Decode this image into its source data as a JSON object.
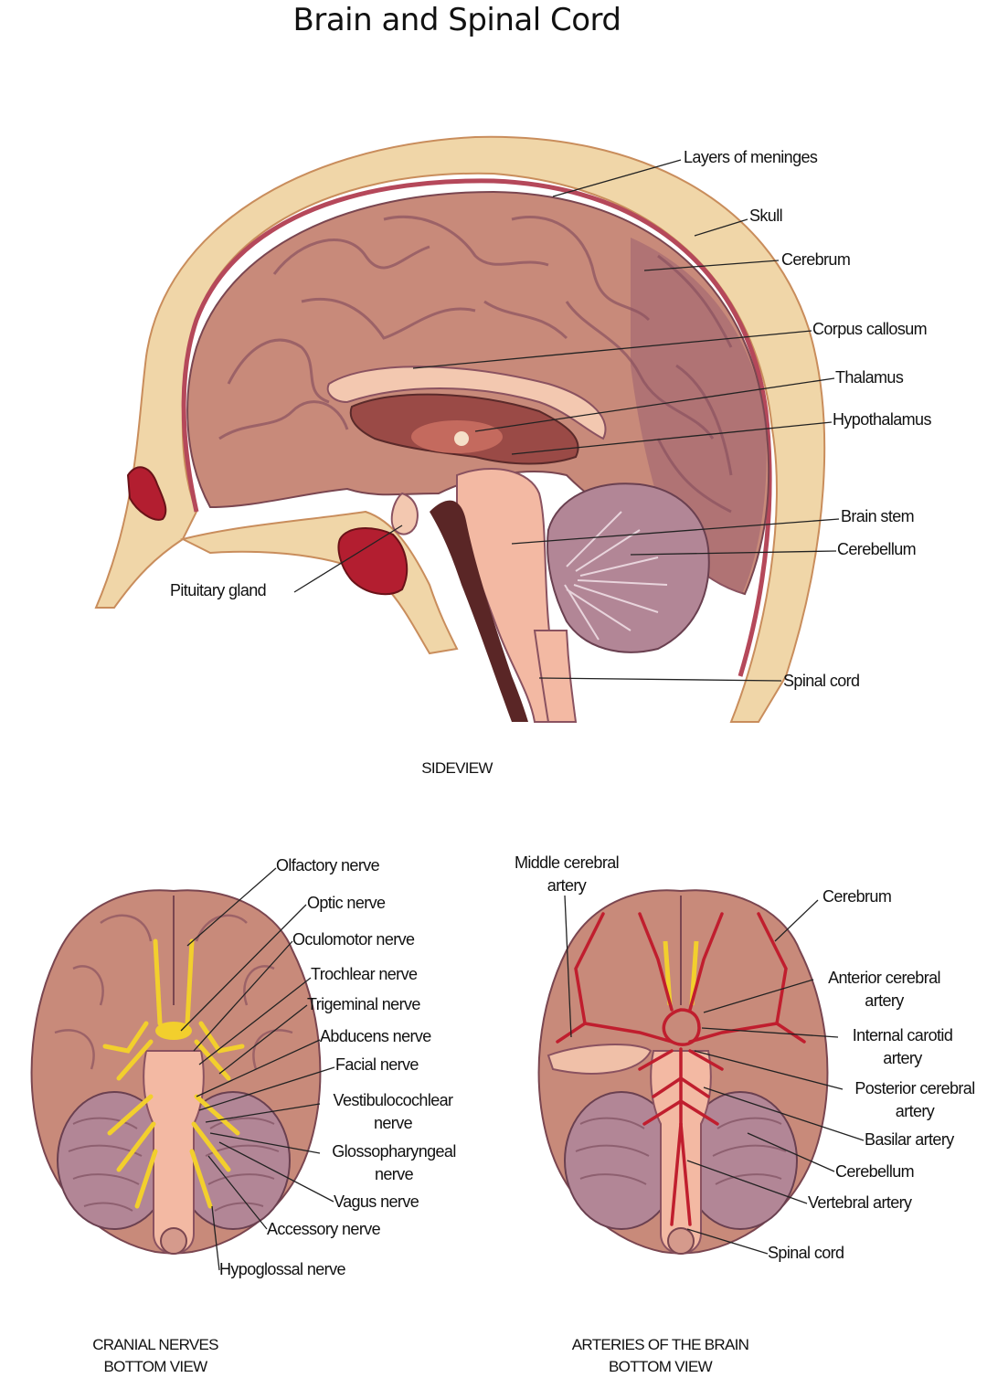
{
  "title": "Brain and Spinal Cord",
  "side_view": {
    "caption": "SIDEVIEW",
    "labels": {
      "meninges": "Layers of meninges",
      "skull": "Skull",
      "cerebrum": "Cerebrum",
      "corpus_callosum": "Corpus callosum",
      "thalamus": "Thalamus",
      "hypothalamus": "Hypothalamus",
      "brain_stem": "Brain stem",
      "cerebellum": "Cerebellum",
      "pituitary": "Pituitary gland",
      "spinal_cord": "Spinal cord"
    }
  },
  "cranial_nerves": {
    "caption_line1": "CRANIAL NERVES",
    "caption_line2": "BOTTOM VIEW",
    "labels": {
      "olfactory": "Olfactory nerve",
      "optic": "Optic nerve",
      "oculomotor": "Oculomotor nerve",
      "trochlear": "Trochlear nerve",
      "trigeminal": "Trigeminal nerve",
      "abducens": "Abducens nerve",
      "facial": "Facial nerve",
      "vestibulo_1": "Vestibulocochlear",
      "vestibulo_2": "nerve",
      "glosso_1": "Glossopharyngeal",
      "glosso_2": "nerve",
      "vagus": "Vagus nerve",
      "accessory": "Accessory nerve",
      "hypoglossal": "Hypoglossal nerve"
    }
  },
  "arteries": {
    "caption_line1": "ARTERIES OF THE BRAIN",
    "caption_line2": "BOTTOM VIEW",
    "labels": {
      "middle_1": "Middle cerebral",
      "middle_2": "artery",
      "cerebrum": "Cerebrum",
      "anterior_1": "Anterior cerebral",
      "anterior_2": "artery",
      "carotid_1": "Internal carotid",
      "carotid_2": "artery",
      "posterior_1": "Posterior cerebral",
      "posterior_2": "artery",
      "basilar": "Basilar artery",
      "cerebellum": "Cerebellum",
      "vertebral": "Vertebral artery",
      "spinal_cord": "Spinal cord"
    }
  },
  "colors": {
    "skull": "#f0d6a8",
    "bone_edge": "#e2b26a",
    "cerebrum": "#c88a7a",
    "cerebrum_dark": "#9c6070",
    "cerebellum": "#b28696",
    "stem": "#f3b9a3",
    "blood": "#c01e2e",
    "nerve": "#f2cf2d",
    "line": "#222222"
  }
}
